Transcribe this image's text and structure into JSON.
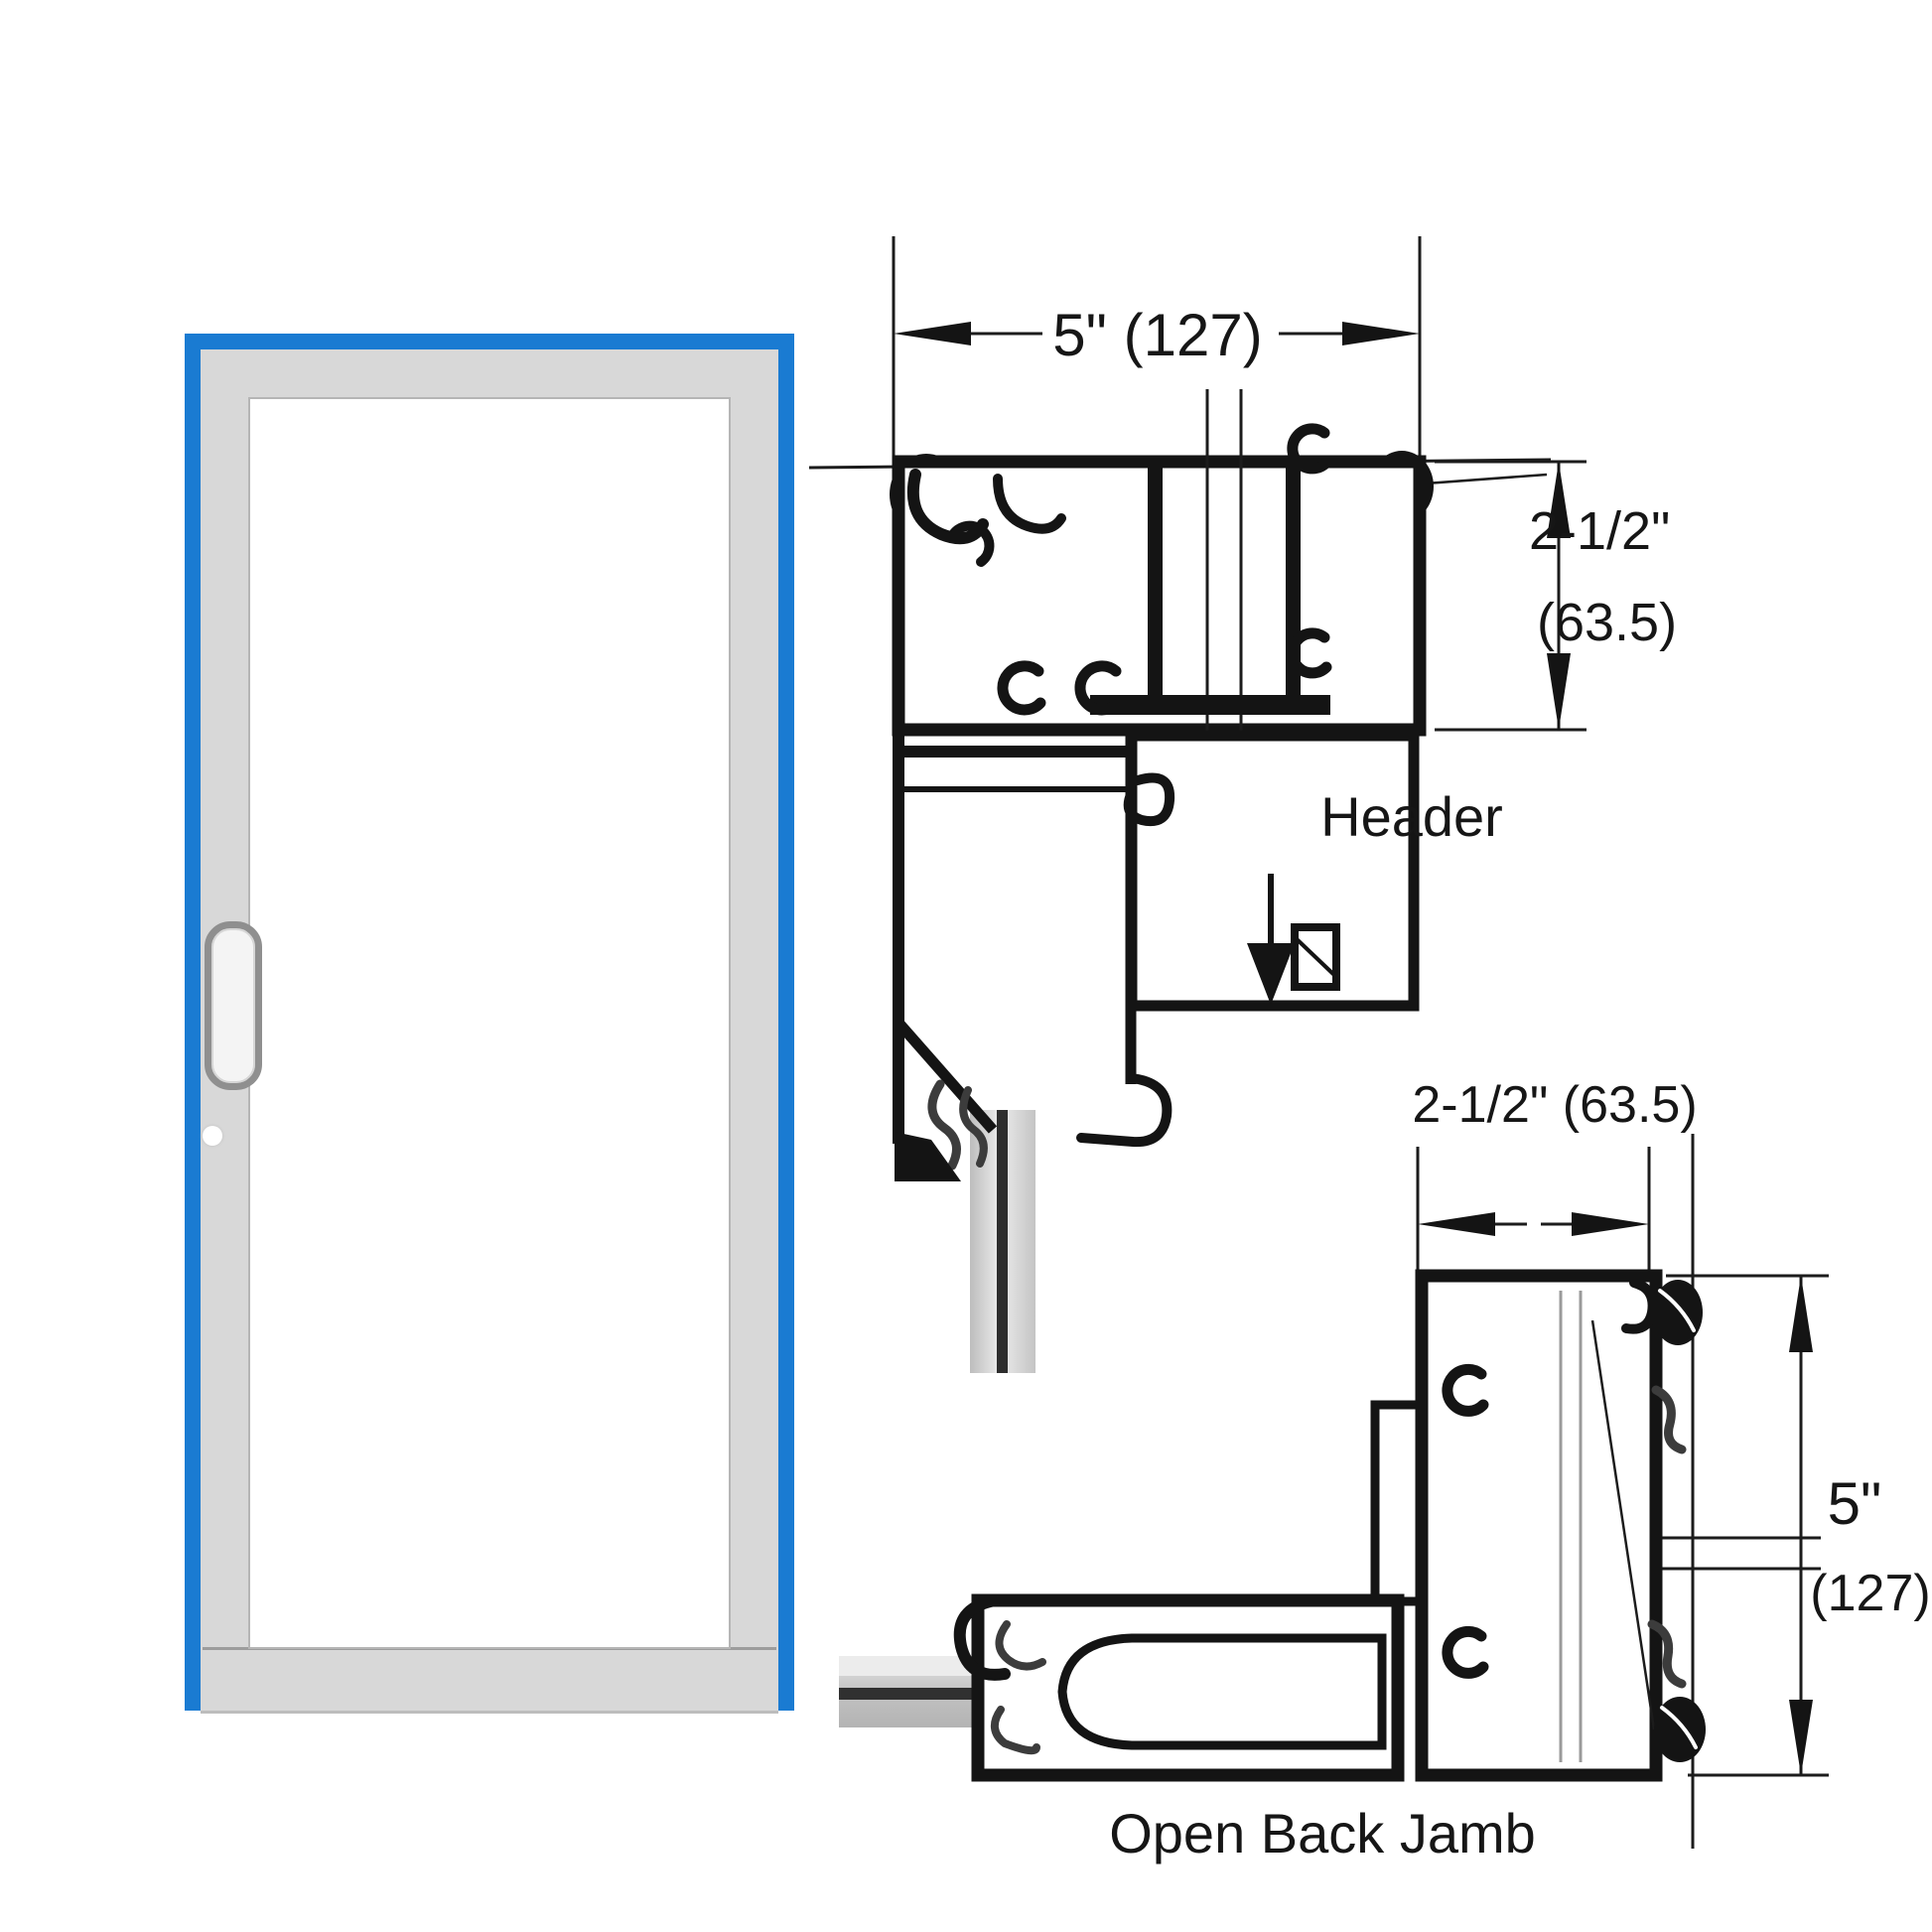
{
  "colors": {
    "accent_blue": "#1a7bd2",
    "line_black": "#141414",
    "frame_gray": "#d8d8d8",
    "glass_gray": "#c8c8c8"
  },
  "header_section": {
    "width_label": "5\" (127)",
    "height_label_line1": "2-1/2\"",
    "height_label_line2": "(63.5)",
    "caption": "Header"
  },
  "jamb_section": {
    "width_label": "2-1/2\" (63.5)",
    "height_label_line1": "5\"",
    "height_label_line2": "(127)",
    "caption": "Open Back Jamb"
  }
}
